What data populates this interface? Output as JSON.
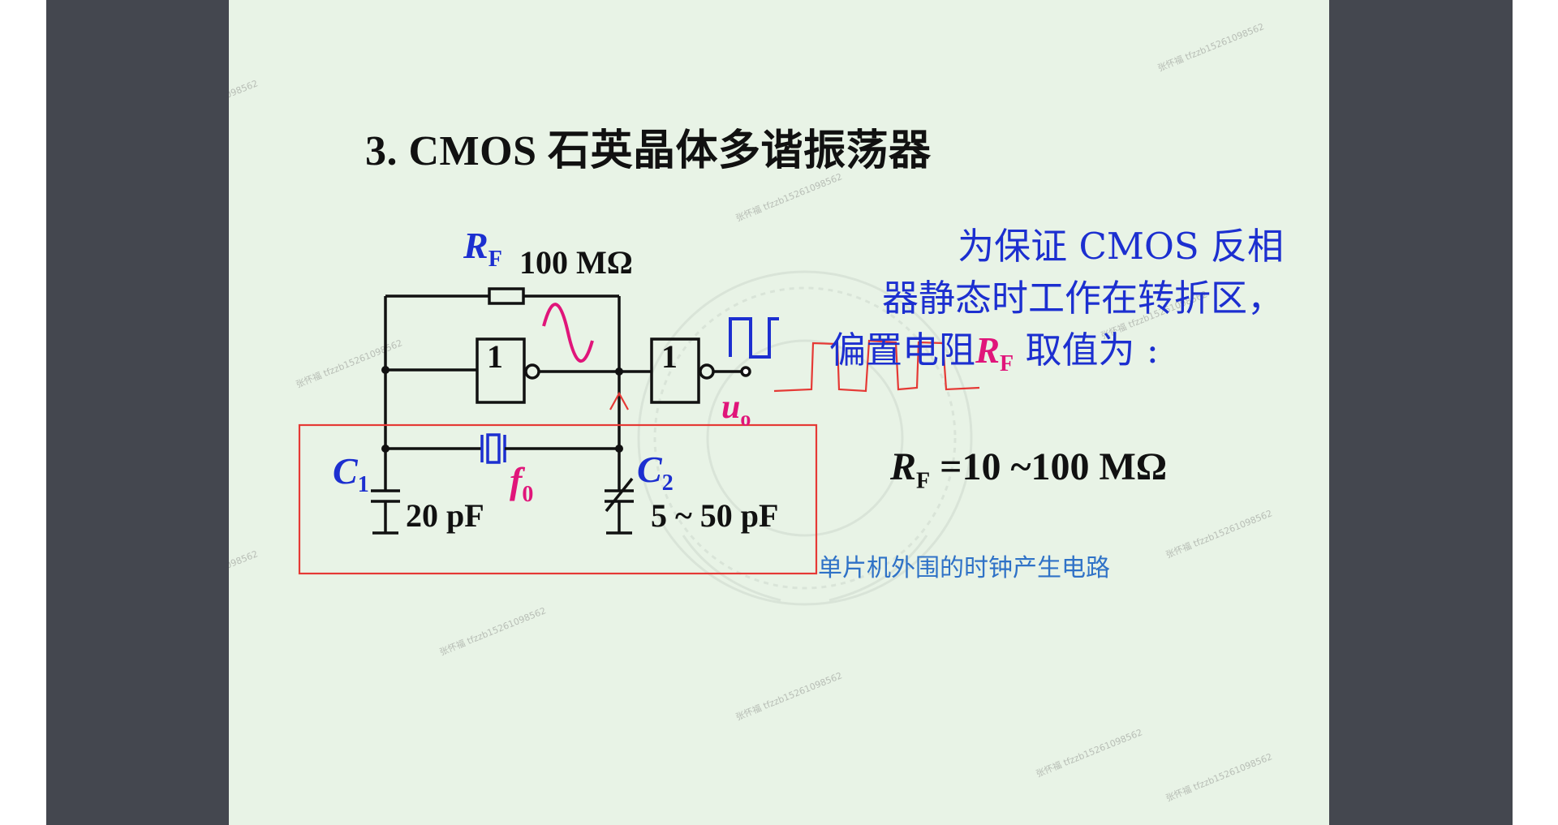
{
  "slide": {
    "title": "3. CMOS 石英晶体多谐振荡器",
    "circuit": {
      "rf_symbol": "R",
      "rf_subscript": "F",
      "rf_value": "100 MΩ",
      "gate_label_1": "1",
      "gate_label_2": "1",
      "output_symbol": "u",
      "output_subscript": "o",
      "c1_symbol": "C",
      "c1_subscript": "1",
      "c1_value": "20 pF",
      "crystal_symbol": "f",
      "crystal_subscript": "0",
      "c2_symbol": "C",
      "c2_subscript": "2",
      "c2_value": "5 ~ 50 pF"
    },
    "note": {
      "line1": "为保证 CMOS 反相",
      "line2": "器静态时工作在转折区，",
      "line3_prefix": "偏置电阻",
      "line3_symbol": "R",
      "line3_subscript": "F",
      "line3_suffix": " 取值为 :"
    },
    "formula": {
      "symbol": "R",
      "subscript": "F",
      "text": " =10 ~100 MΩ"
    },
    "annotation": "单片机外围的时钟产生电路",
    "watermark": "张怀福 tfzzb15261098562",
    "colors": {
      "slide_background": "#e8f3e6",
      "gutter": "#44474f",
      "symbol_blue": "#1c2fd0",
      "symbol_magenta": "#e0157a",
      "annotation_red": "#e53935",
      "annotation_blue": "#2f72c7"
    }
  }
}
